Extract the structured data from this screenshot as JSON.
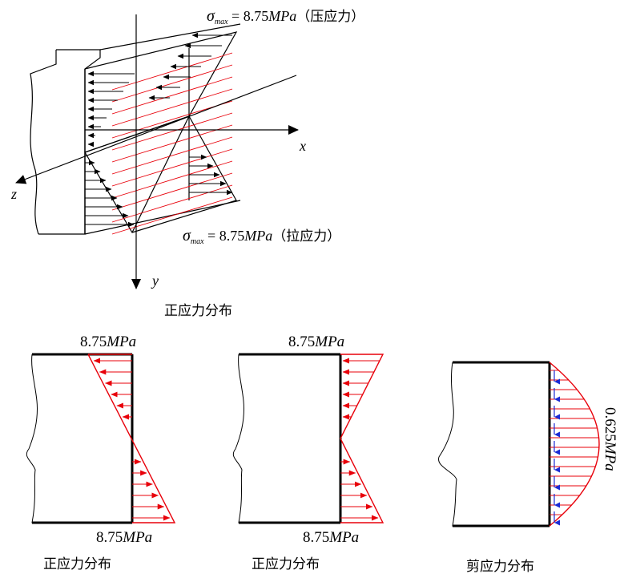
{
  "top_diagram": {
    "axis_x": "x",
    "axis_y": "y",
    "axis_z": "z",
    "top_label": {
      "sigma": "σ",
      "sub": "max",
      "equals": " = 8.75",
      "unit": "MPa",
      "note": "（压应力）"
    },
    "bottom_label": {
      "sigma": "σ",
      "sub": "max",
      "equals": " = 8.75",
      "unit": "MPa",
      "note": "（拉应力）"
    },
    "caption": "正应力分布"
  },
  "panels": [
    {
      "top_value": "8.75",
      "top_unit": "MPa",
      "bottom_value": "8.75",
      "bottom_unit": "MPa",
      "caption": "正应力分布"
    },
    {
      "top_value": "8.75",
      "top_unit": "MPa",
      "bottom_value": "8.75",
      "bottom_unit": "MPa",
      "caption": "正应力分布"
    },
    {
      "side_value": "0.625",
      "side_unit": "MPa",
      "caption": "剪应力分布"
    }
  ],
  "colors": {
    "stress": "#e8000a",
    "shear_arrow": "#1a2bd6",
    "line": "#000000"
  }
}
